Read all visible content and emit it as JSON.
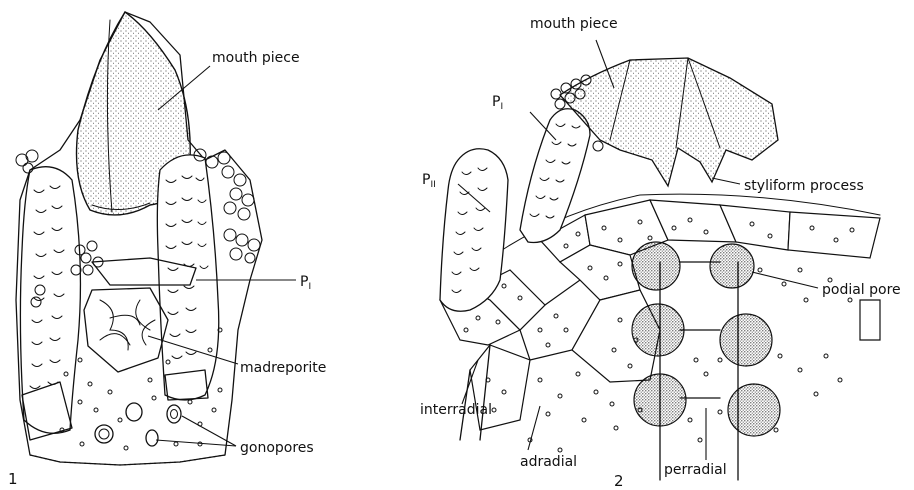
{
  "figure1": {
    "number": "1",
    "labels": {
      "mouth_piece": "mouth piece",
      "p1_main": "P",
      "p1_sub": "I",
      "madreporite": "madreporite",
      "gonopores": "gonopores"
    }
  },
  "figure2": {
    "number": "2",
    "labels": {
      "mouth_piece": "mouth piece",
      "p1_main": "P",
      "p1_sub": "I",
      "p2_main": "P",
      "p2_sub": "II",
      "styliform_process": "styliform process",
      "podial_pore": "podial pore",
      "interradial": "interradial",
      "adradial": "adradial",
      "perradial": "perradial"
    }
  }
}
